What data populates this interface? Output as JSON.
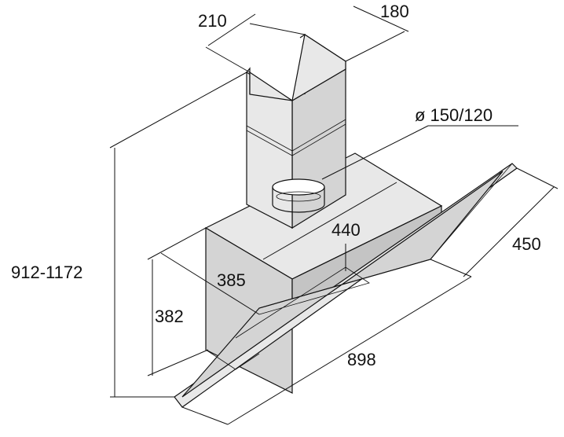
{
  "dimensions": {
    "chimney_width": "210",
    "chimney_depth": "180",
    "duct_diameter": "ø 150/120",
    "body_depth_top": "440",
    "glass_depth": "450",
    "height_range": "912-1172",
    "body_depth_side": "385",
    "body_height": "382",
    "total_width": "898"
  },
  "colors": {
    "line": "#111111",
    "face_light": "#e8e8e8",
    "face_mid": "#d4d4d4",
    "face_dark": "#c4c4c4"
  }
}
